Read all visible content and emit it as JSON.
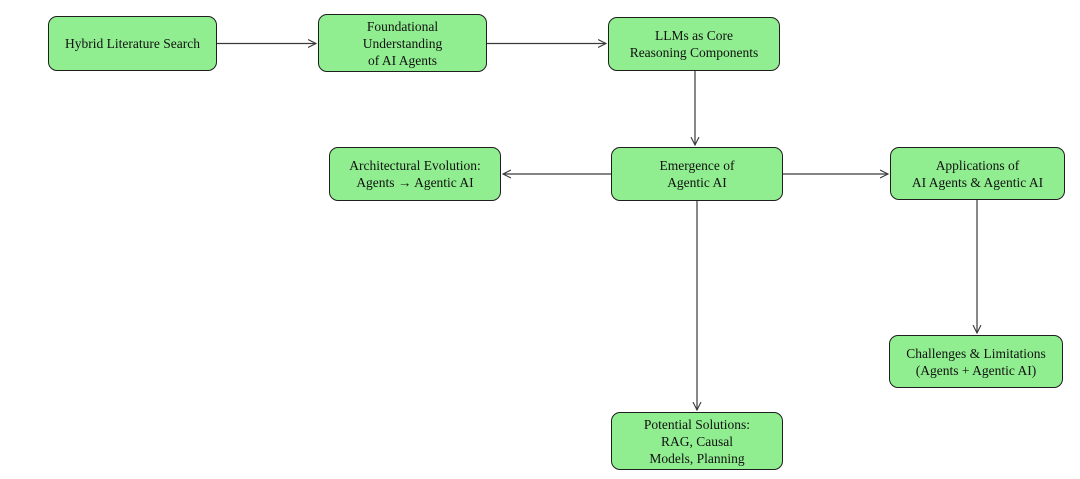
{
  "diagram": {
    "type": "flowchart",
    "colors": {
      "node_fill": "#90EE90",
      "node_border": "#1e1e1e",
      "arrow": "#3a3a3a",
      "background": "#ffffff",
      "text": "#111111"
    },
    "nodes": {
      "hybrid": {
        "label": "Hybrid Literature Search"
      },
      "foundational": {
        "label": "Foundational\nUnderstanding\nof AI Agents"
      },
      "llms": {
        "label": "LLMs as Core\nReasoning Components"
      },
      "architectural": {
        "label": "Architectural Evolution:\nAgents → Agentic AI"
      },
      "emergence": {
        "label": "Emergence of\nAgentic AI"
      },
      "applications": {
        "label": "Applications of\nAI Agents & Agentic AI"
      },
      "challenges": {
        "label": "Challenges & Limitations\n(Agents + Agentic AI)"
      },
      "potential": {
        "label": "Potential Solutions:\nRAG, Causal\nModels, Planning"
      }
    },
    "edges": [
      {
        "from": "Hybrid Literature Search",
        "to": "Foundational Understanding of AI Agents",
        "direction": "right"
      },
      {
        "from": "Foundational Understanding of AI Agents",
        "to": "LLMs as Core Reasoning Components",
        "direction": "right"
      },
      {
        "from": "LLMs as Core Reasoning Components",
        "to": "Emergence of Agentic AI",
        "direction": "down"
      },
      {
        "from": "Emergence of Agentic AI",
        "to": "Architectural Evolution: Agents → Agentic AI",
        "direction": "left"
      },
      {
        "from": "Emergence of Agentic AI",
        "to": "Applications of AI Agents & Agentic AI",
        "direction": "right"
      },
      {
        "from": "Applications of AI Agents & Agentic AI",
        "to": "Challenges & Limitations (Agents + Agentic AI)",
        "direction": "down"
      },
      {
        "from": "Emergence of Agentic AI",
        "to": "Potential Solutions: RAG, Causal Models, Planning",
        "direction": "down"
      }
    ]
  }
}
